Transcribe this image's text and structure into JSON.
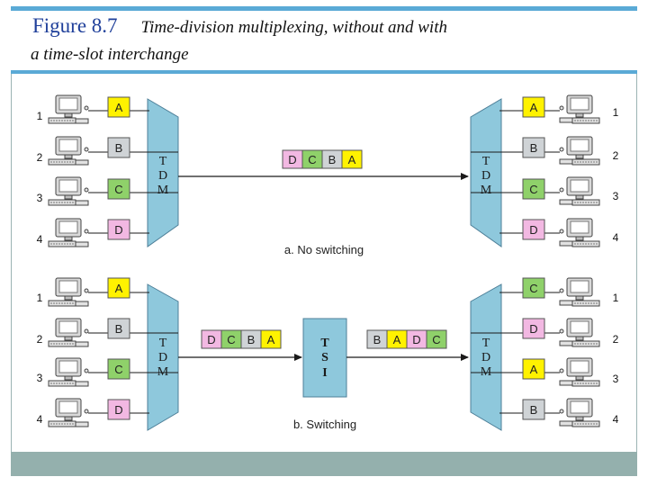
{
  "title": {
    "figure_number": "Figure 8.7",
    "caption_line1": "Time-division multiplexing, without and with",
    "caption_line2": "a time-slot interchange"
  },
  "colors": {
    "title_rule": "#5aaad6",
    "bottom_bar": "#94b0ad",
    "mux_fill": "#8ec8dc",
    "slot_A": "#fff200",
    "slot_B": "#cfd3d6",
    "slot_C": "#8fd16a",
    "slot_D": "#f2b8e2"
  },
  "icons": {
    "terminal": "computer-terminal-icon",
    "arrow": "arrowhead-icon"
  },
  "diagram": {
    "no_switching": {
      "caption": "a. No switching",
      "mux_left": [
        "T",
        "D",
        "M"
      ],
      "mux_right": [
        "T",
        "D",
        "M"
      ],
      "left_terminals": [
        {
          "number": "1",
          "slot": "A"
        },
        {
          "number": "2",
          "slot": "B"
        },
        {
          "number": "3",
          "slot": "C"
        },
        {
          "number": "4",
          "slot": "D"
        }
      ],
      "right_terminals": [
        {
          "number": "1",
          "slot": "A"
        },
        {
          "number": "2",
          "slot": "B"
        },
        {
          "number": "3",
          "slot": "C"
        },
        {
          "number": "4",
          "slot": "D"
        }
      ],
      "frame": [
        "D",
        "C",
        "B",
        "A"
      ]
    },
    "switching": {
      "caption": "b. Switching",
      "mux_left": [
        "T",
        "D",
        "M"
      ],
      "mux_right": [
        "T",
        "D",
        "M"
      ],
      "tsi": [
        "T",
        "S",
        "I"
      ],
      "left_terminals": [
        {
          "number": "1",
          "slot": "A"
        },
        {
          "number": "2",
          "slot": "B"
        },
        {
          "number": "3",
          "slot": "C"
        },
        {
          "number": "4",
          "slot": "D"
        }
      ],
      "right_terminals": [
        {
          "number": "1",
          "slot": "C"
        },
        {
          "number": "2",
          "slot": "D"
        },
        {
          "number": "3",
          "slot": "A"
        },
        {
          "number": "4",
          "slot": "B"
        }
      ],
      "frame_in": [
        "D",
        "C",
        "B",
        "A"
      ],
      "frame_out": [
        "B",
        "A",
        "D",
        "C"
      ]
    }
  }
}
